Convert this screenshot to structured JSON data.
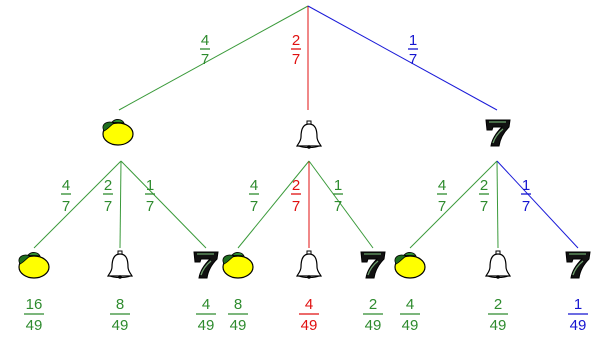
{
  "colors": {
    "green": "#2e8b2e",
    "red": "#e01010",
    "blue": "#1515d0",
    "edge_green": "#3a9a3a",
    "edge_red": "#e01010",
    "edge_blue": "#1a1ad8"
  },
  "top_branches": [
    {
      "num": "4",
      "den": "7",
      "color": "green",
      "symbol": "lemon"
    },
    {
      "num": "2",
      "den": "7",
      "color": "red",
      "symbol": "bell"
    },
    {
      "num": "1",
      "den": "7",
      "color": "blue",
      "symbol": "seven"
    }
  ],
  "sub_branches": [
    [
      {
        "num": "4",
        "den": "7",
        "color": "green",
        "symbol": "lemon",
        "result_num": "16",
        "result_den": "49",
        "result_color": "green"
      },
      {
        "num": "2",
        "den": "7",
        "color": "green",
        "symbol": "bell",
        "result_num": "8",
        "result_den": "49",
        "result_color": "green"
      },
      {
        "num": "1",
        "den": "7",
        "color": "green",
        "symbol": "seven",
        "result_num": "4",
        "result_den": "49",
        "result_color": "green"
      }
    ],
    [
      {
        "num": "4",
        "den": "7",
        "color": "green",
        "symbol": "lemon",
        "result_num": "8",
        "result_den": "49",
        "result_color": "green"
      },
      {
        "num": "2",
        "den": "7",
        "color": "red",
        "symbol": "bell",
        "result_num": "4",
        "result_den": "49",
        "result_color": "red"
      },
      {
        "num": "1",
        "den": "7",
        "color": "green",
        "symbol": "seven",
        "result_num": "2",
        "result_den": "49",
        "result_color": "green"
      }
    ],
    [
      {
        "num": "4",
        "den": "7",
        "color": "green",
        "symbol": "lemon",
        "result_num": "4",
        "result_den": "49",
        "result_color": "green"
      },
      {
        "num": "2",
        "den": "7",
        "color": "green",
        "symbol": "bell",
        "result_num": "2",
        "result_den": "49",
        "result_color": "green"
      },
      {
        "num": "1",
        "den": "7",
        "color": "blue",
        "symbol": "seven",
        "result_num": "1",
        "result_den": "49",
        "result_color": "blue"
      }
    ]
  ]
}
